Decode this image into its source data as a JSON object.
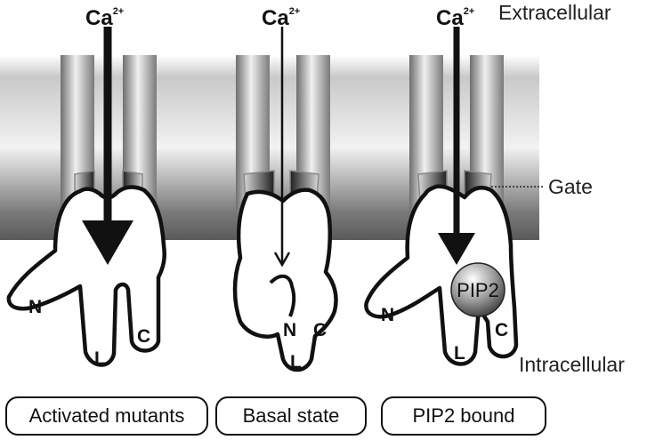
{
  "ion": {
    "label": "Ca",
    "charge": "2+"
  },
  "sides": {
    "top": "Extracellular",
    "bottom": "Intracellular"
  },
  "gate_label": "Gate",
  "ligand": "PIP2",
  "domains": {
    "n": "N",
    "l": "L",
    "c": "C"
  },
  "panels": [
    {
      "caption": "Activated mutants"
    },
    {
      "caption": "Basal state"
    },
    {
      "caption": "PIP2 bound"
    }
  ],
  "colors": {
    "outline": "#111111",
    "membrane_dark": "#5a5a5a",
    "membrane_light": "#f4f4f4",
    "sphere": "#777777"
  }
}
